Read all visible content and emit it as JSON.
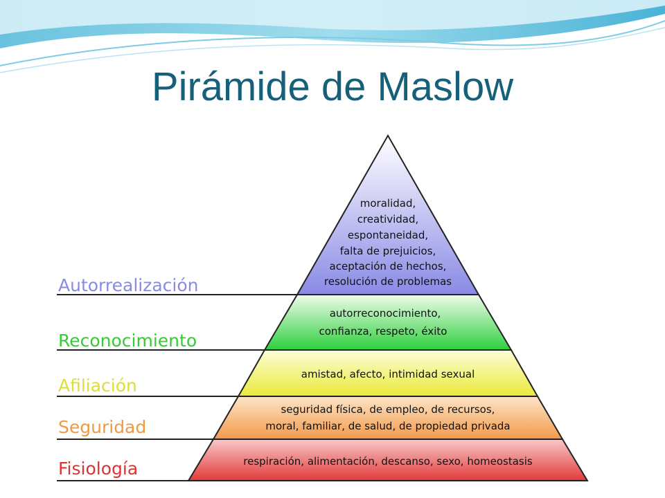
{
  "title": "Pirámide de Maslow",
  "levels": [
    {
      "label": "Autorrealización",
      "color": "#8a8ae6",
      "lines": [
        "moralidad,",
        "creatividad,",
        "espontaneidad,",
        "falta de prejuicios,",
        "aceptación de hechos,",
        "resolución de problemas"
      ]
    },
    {
      "label": "Reconocimiento",
      "color": "#33cc33",
      "lines": [
        "autorreconocimiento,",
        "confianza, respeto, éxito"
      ]
    },
    {
      "label": "Afiliación",
      "color": "#dede3a",
      "lines": [
        "amistad, afecto, intimidad sexual"
      ]
    },
    {
      "label": "Seguridad",
      "color": "#ee9a44",
      "lines": [
        "seguridad física, de empleo, de recursos,",
        "moral, familiar, de salud, de propiedad privada"
      ]
    },
    {
      "label": "Fisiología",
      "color": "#dd3333",
      "lines": [
        "respiración, alimentación, descanso, sexo, homeostasis"
      ]
    }
  ]
}
